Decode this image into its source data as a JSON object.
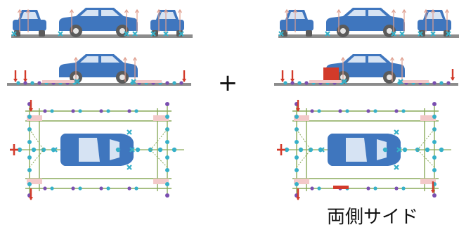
{
  "operator": "+",
  "caption": "両側サイド",
  "colors": {
    "car_body": "#3f76be",
    "car_window": "#d6e3f3",
    "wheel": "#5b5b5b",
    "hub": "#e6e6e6",
    "ground": "#8c8c8c",
    "frame_line": "#8aaa5a",
    "support": "#c9a9a0",
    "cyan_node": "#36b0c8",
    "purple_node": "#7a4fb0",
    "red_marker": "#d23a2a",
    "pad": "#f3c9c9"
  },
  "panels": [
    {
      "id": "left",
      "has_side_block": false
    },
    {
      "id": "right",
      "has_side_block": true
    }
  ]
}
